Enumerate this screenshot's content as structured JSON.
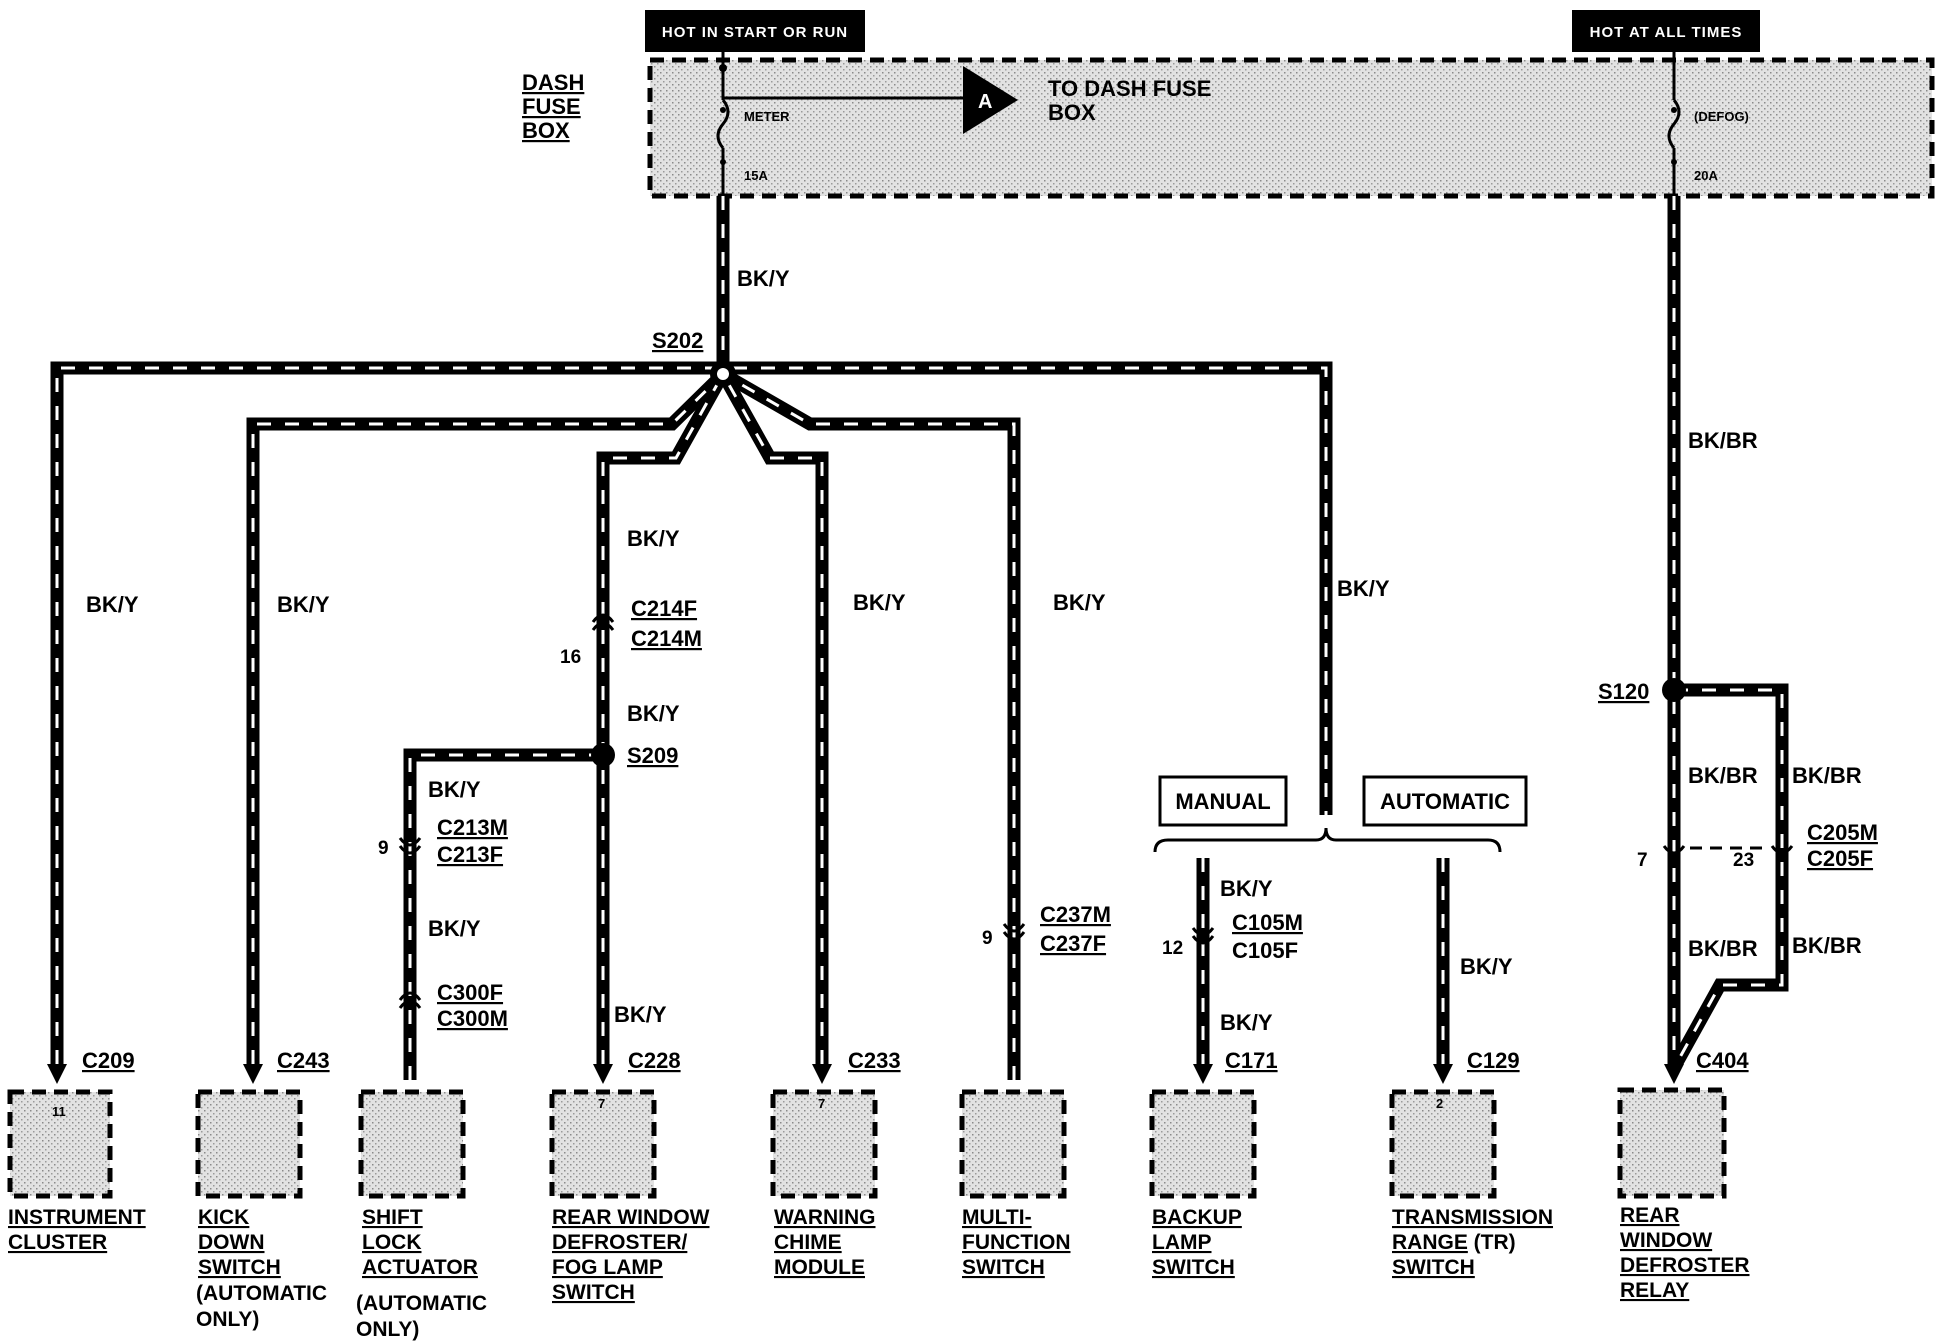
{
  "header": {
    "hot_start_run": "HOT IN START OR RUN",
    "hot_all_times": "HOT AT ALL TIMES"
  },
  "fuse_box": {
    "label_line1": "DASH",
    "label_line2": "FUSE",
    "label_line3": "BOX",
    "meter_fuse": {
      "name": "METER",
      "rating": "15A"
    },
    "defog_fuse": {
      "name": "(DEFOG)",
      "rating": "20A"
    },
    "ref_letter": "A",
    "ref_text_line1": "TO DASH FUSE",
    "ref_text_line2": "BOX"
  },
  "wire_colors": {
    "bk_y": "BK/Y",
    "bk_br": "BK/BR"
  },
  "splices": {
    "s202": "S202",
    "s209": "S209",
    "s120": "S120"
  },
  "connectors": {
    "c214f": "C214F",
    "c214m": "C214M",
    "c214_pin": "16",
    "c213m": "C213M",
    "c213f": "C213F",
    "c213_pin": "9",
    "c300f": "C300F",
    "c300m": "C300M",
    "c237m": "C237M",
    "c237f": "C237F",
    "c237_pin": "9",
    "c105m": "C105M",
    "c105f": "C105F",
    "c105_pin": "12",
    "c205m": "C205M",
    "c205f": "C205F",
    "c205_pin_left": "7",
    "c205_pin_right": "23",
    "c209": "C209",
    "c243": "C243",
    "c228": "C228",
    "c233": "C233",
    "c171": "C171",
    "c129": "C129",
    "c404": "C404"
  },
  "options": {
    "manual": "MANUAL",
    "automatic": "AUTOMATIC"
  },
  "components": {
    "instrument_cluster": {
      "line1": "INSTRUMENT",
      "line2": "CLUSTER",
      "pin": "11"
    },
    "kick_down_switch": {
      "line1": "KICK",
      "line2": "DOWN",
      "line3": "SWITCH",
      "note1": "(AUTOMATIC",
      "note2": "ONLY)"
    },
    "shift_lock_actuator": {
      "line1": "SHIFT",
      "line2": "LOCK",
      "line3": "ACTUATOR",
      "note1": "(AUTOMATIC",
      "note2": "ONLY)"
    },
    "rear_window_defroster_switch": {
      "line1": "REAR WINDOW",
      "line2": "DEFROSTER/",
      "line3": "FOG LAMP",
      "line4": "SWITCH",
      "pin": "7"
    },
    "warning_chime_module": {
      "line1": "WARNING",
      "line2": "CHIME",
      "line3": "MODULE",
      "pin": "7"
    },
    "multi_function_switch": {
      "line1": "MULTI-",
      "line2": "FUNCTION",
      "line3": "SWITCH"
    },
    "backup_lamp_switch": {
      "line1": "BACKUP",
      "line2": "LAMP",
      "line3": "SWITCH"
    },
    "transmission_range_switch": {
      "line1": "TRANSMISSION",
      "line2a": "RANGE",
      "line2b": " (TR)",
      "line3": "SWITCH",
      "pin": "2"
    },
    "rear_window_defroster_relay": {
      "line1": "REAR",
      "line2": "WINDOW",
      "line3": "DEFROSTER",
      "line4": "RELAY"
    }
  }
}
